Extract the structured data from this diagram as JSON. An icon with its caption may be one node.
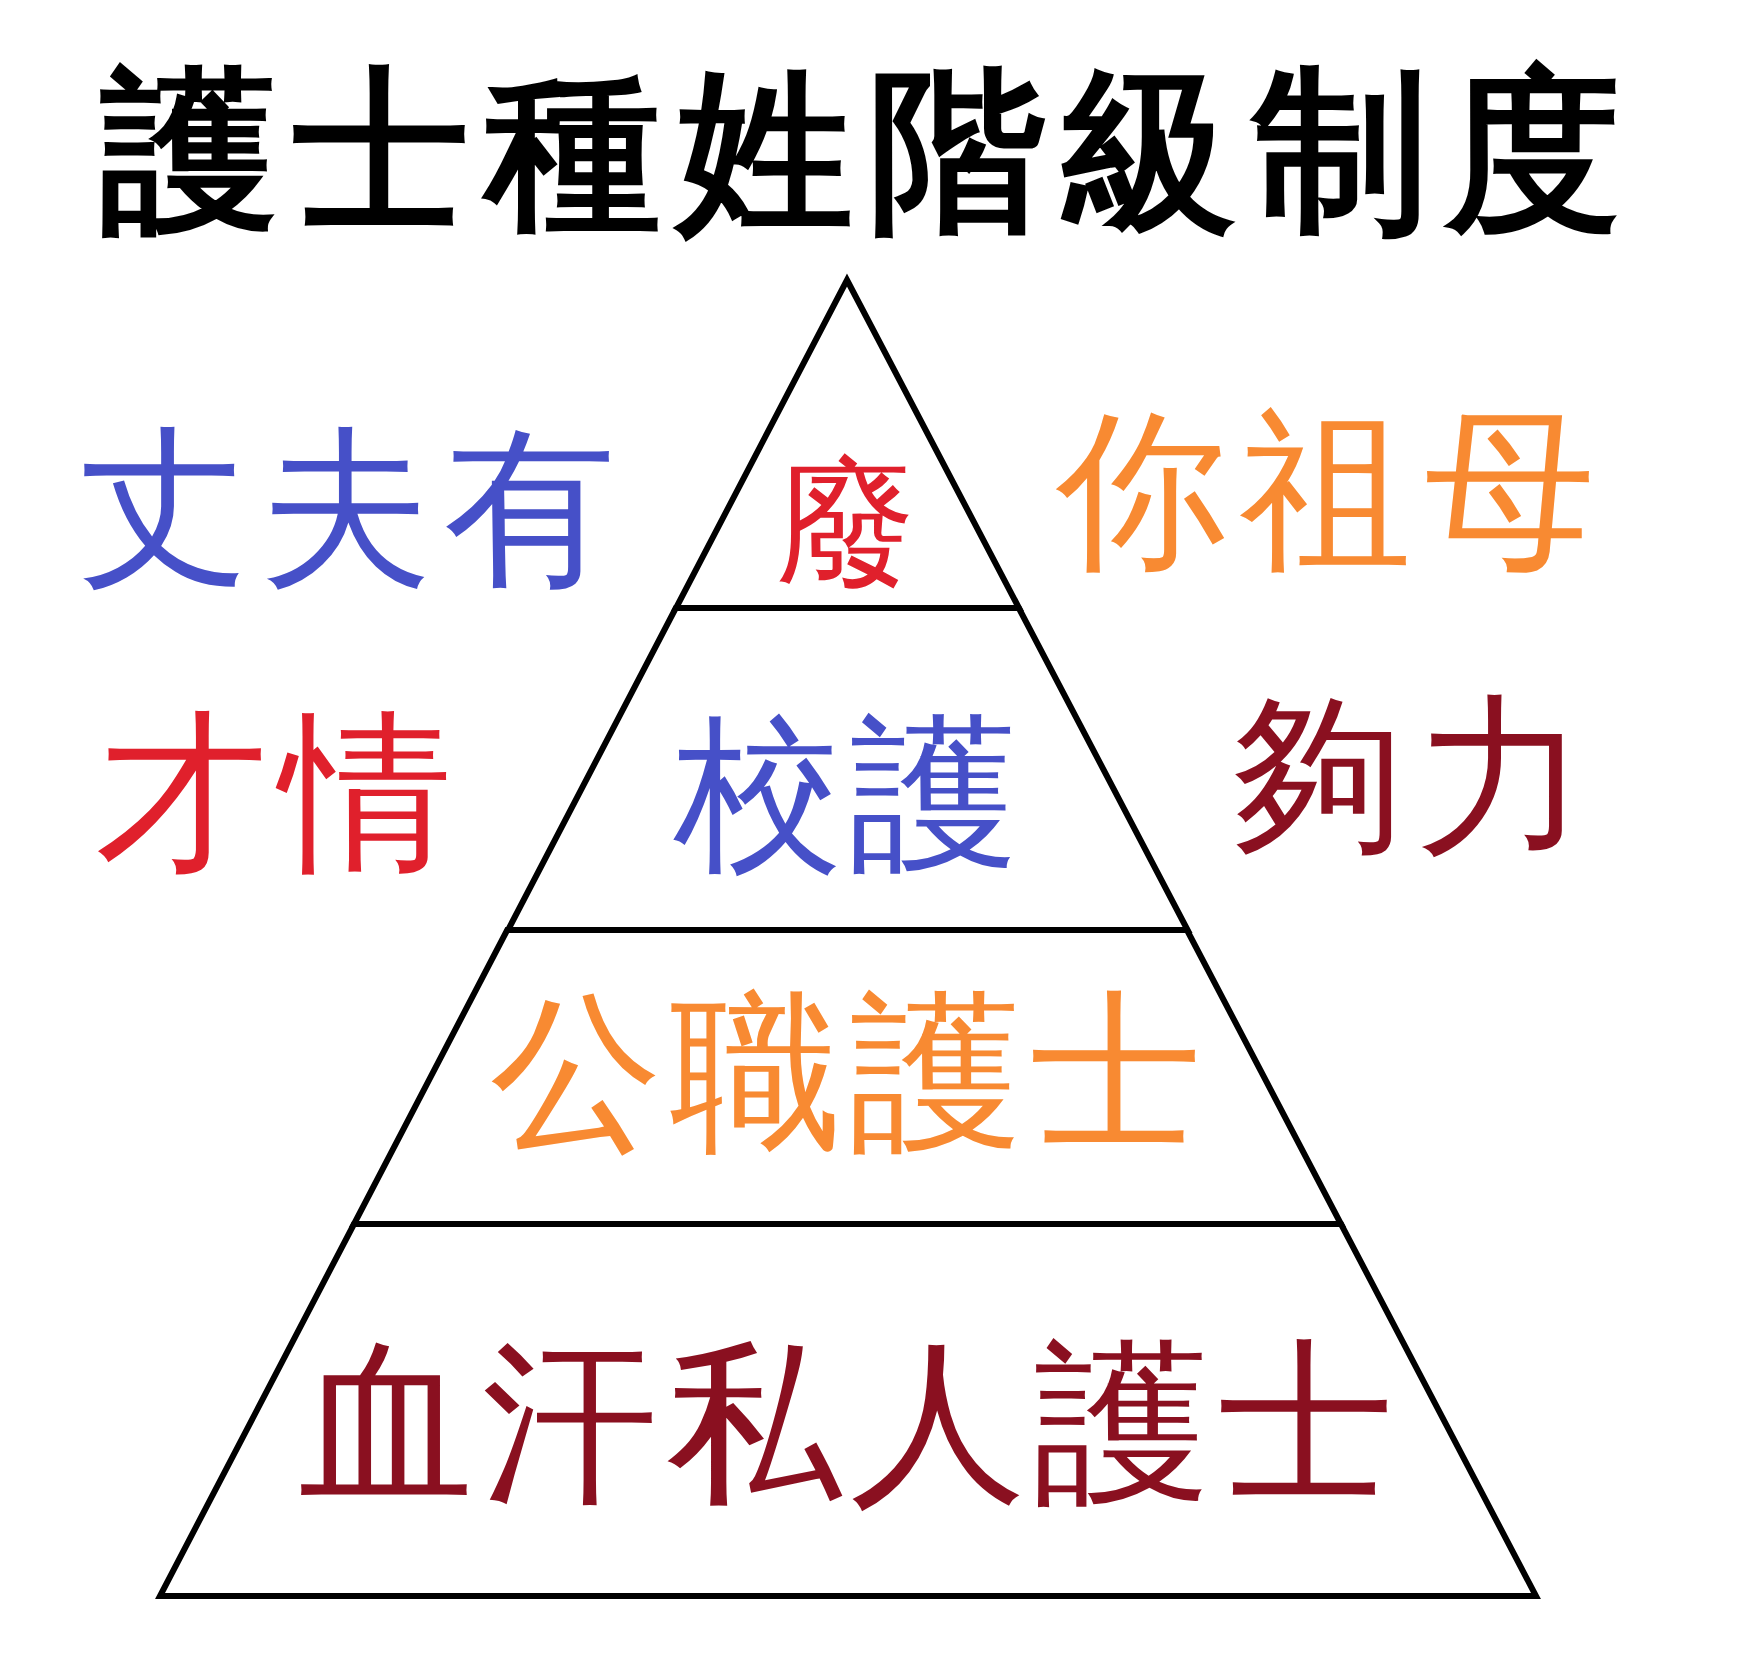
{
  "diagram": {
    "title": "護士種姓階級制度",
    "nodes": [
      {
        "text": [
          "廢"
        ]
      },
      {
        "text": [
          "校護"
        ]
      },
      {
        "text": [
          "公職護士"
        ]
      },
      {
        "text": [
          "血汗私人護士"
        ]
      }
    ],
    "labels": [
      "丈夫有",
      "你祖母",
      "才情",
      "夠力"
    ]
  }
}
